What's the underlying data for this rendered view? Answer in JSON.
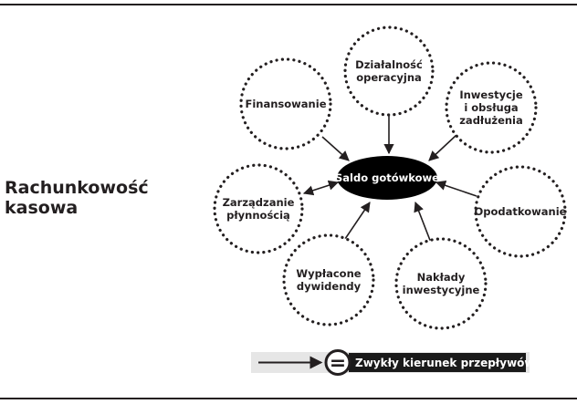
{
  "title_lines": [
    "Rachunkowość",
    "kasowa"
  ],
  "center": {
    "label": "Saldo gotówkowe"
  },
  "nodes": [
    {
      "id": "operacyjna",
      "lines": [
        "Działalność",
        "operacyjna"
      ]
    },
    {
      "id": "inwestycje",
      "lines": [
        "Inwestycje",
        "i obsługa",
        "zadłużenia"
      ]
    },
    {
      "id": "opodatkowanie",
      "lines": [
        "Opodatkowanie"
      ]
    },
    {
      "id": "naklady",
      "lines": [
        "Nakłady",
        "inwestycyjne"
      ]
    },
    {
      "id": "dywidendy",
      "lines": [
        "Wypłacone",
        "dywidendy"
      ]
    },
    {
      "id": "plynnosc",
      "lines": [
        "Zarządzanie",
        "płynnością"
      ]
    },
    {
      "id": "finansowanie",
      "lines": [
        "Finansowanie"
      ]
    }
  ],
  "legend": {
    "symbol": "=",
    "label": "Zwykły kierunek przepływów"
  },
  "colors": {
    "ink": "#231f20",
    "legend_bg": "#e6e6e6",
    "legend_box": "#1a1a1a"
  }
}
